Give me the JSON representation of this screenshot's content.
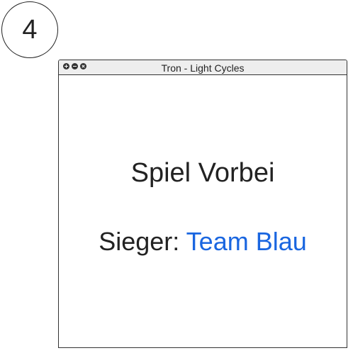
{
  "step": {
    "number": "4"
  },
  "window": {
    "title": "Tron - Light Cycles",
    "controls": [
      "plus-icon",
      "minus-icon",
      "close-icon"
    ]
  },
  "content": {
    "headline": "Spiel Vorbei",
    "winner_label": "Sieger:",
    "winner_team": "Team Blau"
  },
  "colors": {
    "winner_team": "#1a66e0",
    "text": "#222222",
    "title_bar": "#eeeeee"
  }
}
